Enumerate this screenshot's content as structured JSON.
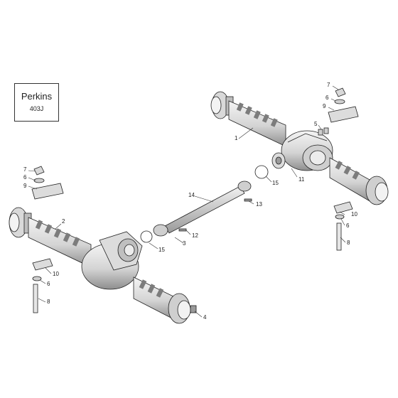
{
  "engine_label": {
    "brand": "Perkins",
    "model": "403J"
  },
  "callouts": [
    "1",
    "2",
    "3",
    "4",
    "5",
    "6",
    "7",
    "8",
    "9",
    "10",
    "11",
    "12",
    "13",
    "14",
    "15"
  ],
  "colors": {
    "line": "#222222",
    "fill_light": "#f2f2f2",
    "fill_mid": "#d6d6d6",
    "fill_dark": "#8a8a8a",
    "background": "#ffffff"
  }
}
